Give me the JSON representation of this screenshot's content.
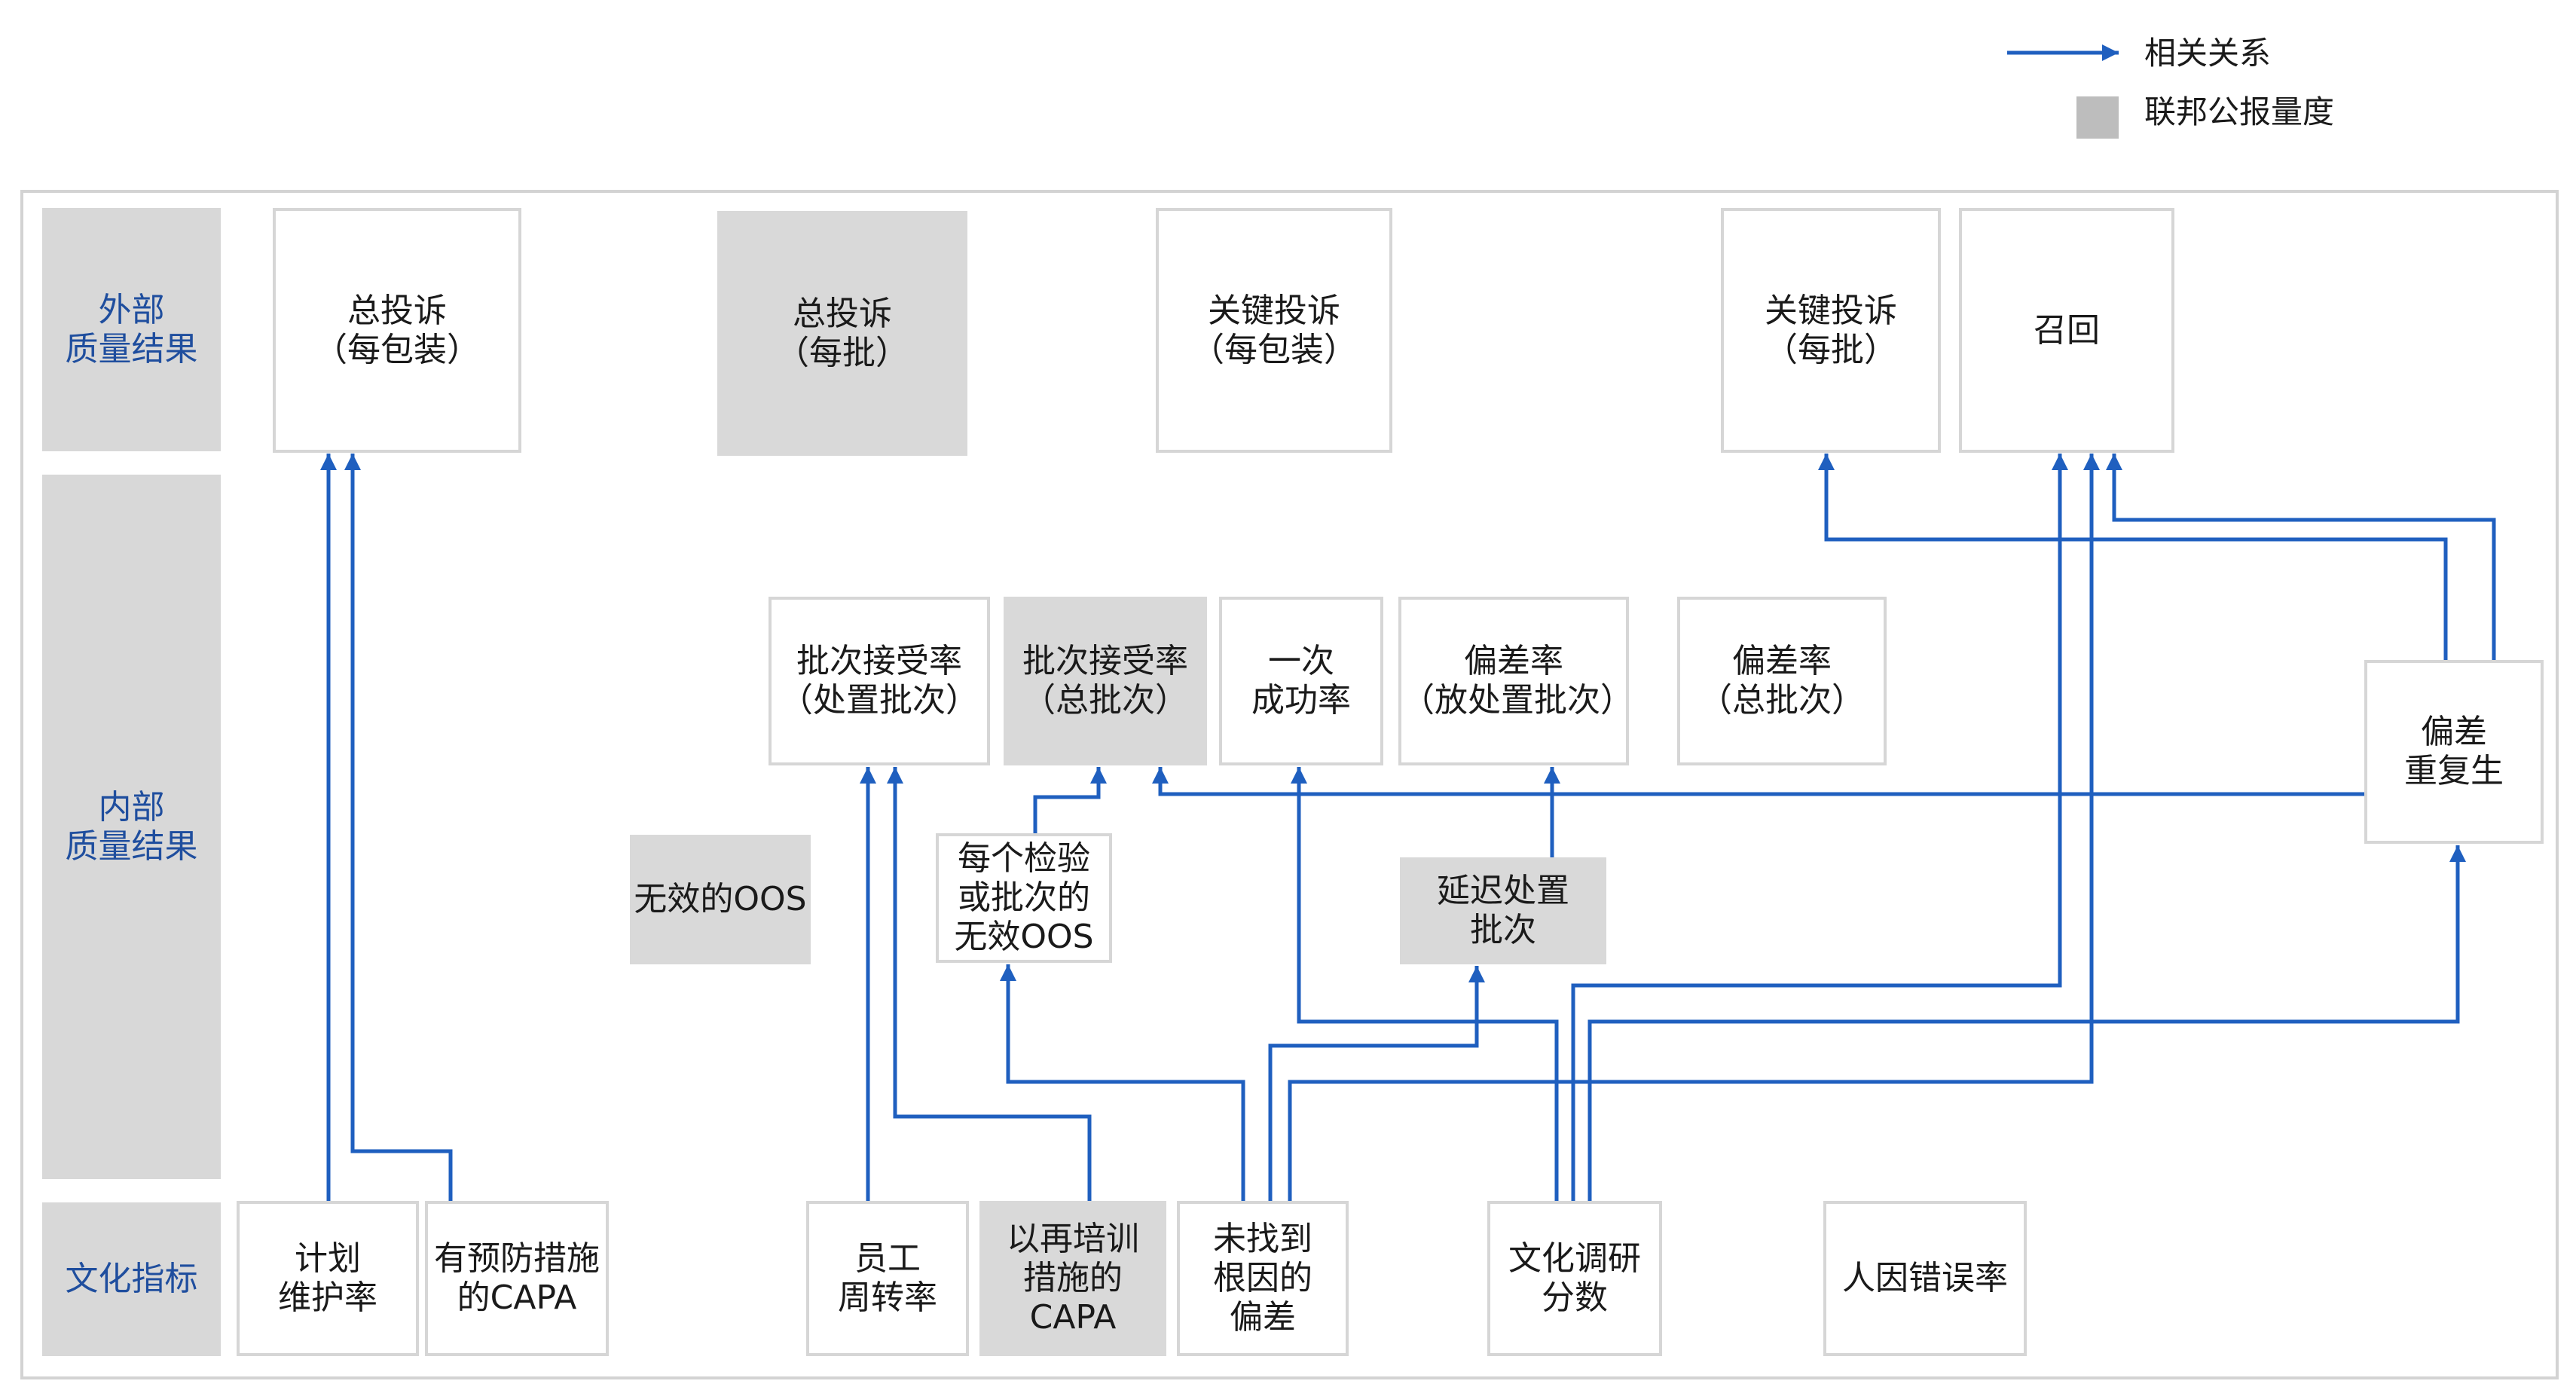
{
  "legend": {
    "relation_label": "相关关系",
    "reported_label": "联邦公报量度",
    "line_color": "#1f5fbf",
    "swatch_color": "#bdbdbd"
  },
  "rows": {
    "external": "外部\n质量结果",
    "internal": "内部\n质量结果",
    "culture": "文化指标"
  },
  "boxes": {
    "total_complaints_pack": "总投诉\n（每包装）",
    "total_complaints_batch": "总投诉\n（每批）",
    "critical_complaints_pack": "关键投诉\n（每包装）",
    "critical_complaints_batch": "关键投诉\n（每批）",
    "recall": "召回",
    "lot_acceptance_disposed": "批次接受率\n（处置批次）",
    "lot_acceptance_total": "批次接受率\n（总批次）",
    "first_pass_yield": "一次\n成功率",
    "deviation_rate_disposed": "偏差率\n（放处置批次）",
    "deviation_rate_total": "偏差率\n（总批次）",
    "deviation_recurrence": "偏差\n重复生",
    "invalid_oos": "无效的OOS",
    "invalid_oos_per_test": "每个检验\n或批次的\n无效OOS",
    "delayed_disposition": "延迟处置\n批次",
    "planned_maintenance": "计划\n维护率",
    "preventive_capa": "有预防措施\n的CAPA",
    "employee_turnover": "员工\n周转率",
    "retraining_capa": "以再培训\n措施的\nCAPA",
    "no_root_cause": "未找到\n根因的\n偏差",
    "culture_survey": "文化调研\n分数",
    "human_error_rate": "人因错误率"
  }
}
